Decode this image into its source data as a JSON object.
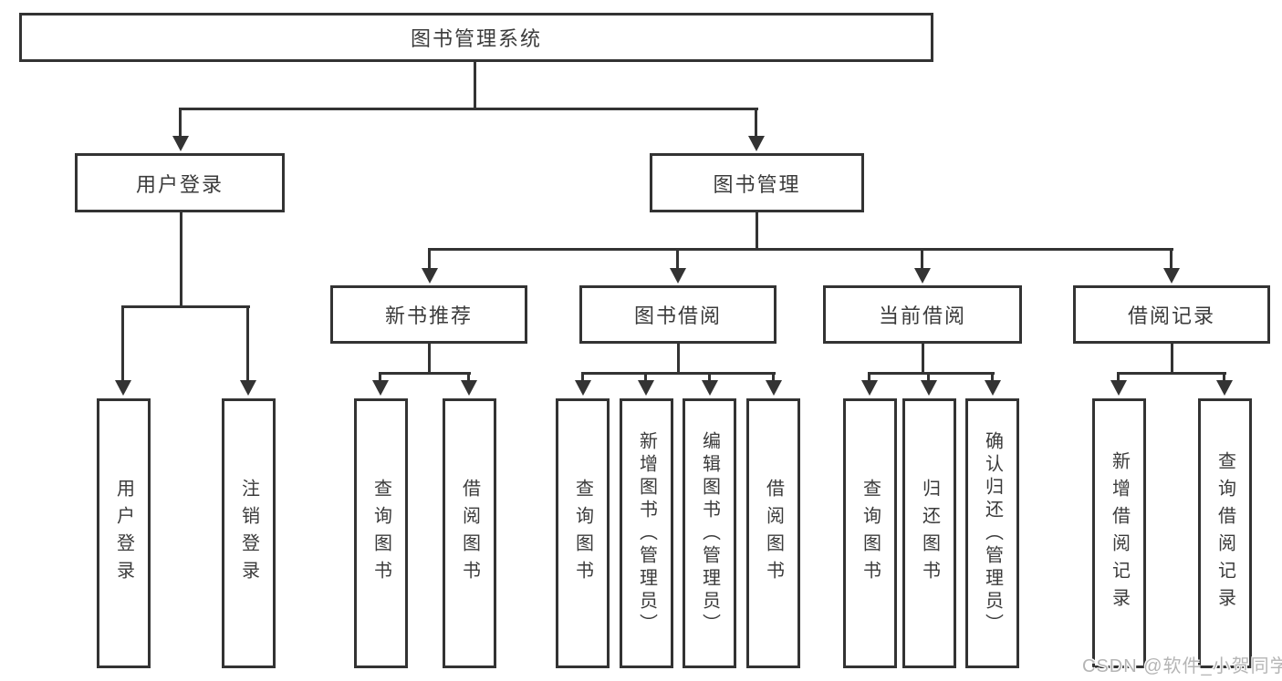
{
  "diagram": {
    "root": {
      "label": "图书管理系统"
    },
    "branches": [
      {
        "label": "用户登录",
        "children": [
          {
            "label": "用户登录"
          },
          {
            "label": "注销登录"
          }
        ]
      },
      {
        "label": "图书管理",
        "children": [
          {
            "label": "新书推荐",
            "children": [
              {
                "label": "查询图书"
              },
              {
                "label": "借阅图书"
              }
            ]
          },
          {
            "label": "图书借阅",
            "children": [
              {
                "label": "查询图书"
              },
              {
                "label": "新增图书（管理员）"
              },
              {
                "label": "编辑图书（管理员）"
              },
              {
                "label": "借阅图书"
              }
            ]
          },
          {
            "label": "当前借阅",
            "children": [
              {
                "label": "查询图书"
              },
              {
                "label": "归还图书"
              },
              {
                "label": "确认归还（管理员）"
              }
            ]
          },
          {
            "label": "借阅记录",
            "children": [
              {
                "label": "新增借阅记录"
              },
              {
                "label": "查询借阅记录"
              }
            ]
          }
        ]
      }
    ]
  },
  "watermark": {
    "text": "CSDN @软件_小贺同学"
  },
  "colors": {
    "line": "#333333",
    "text": "#3b3b3b",
    "background": "#ffffff",
    "watermark": "#b5b5b5"
  }
}
